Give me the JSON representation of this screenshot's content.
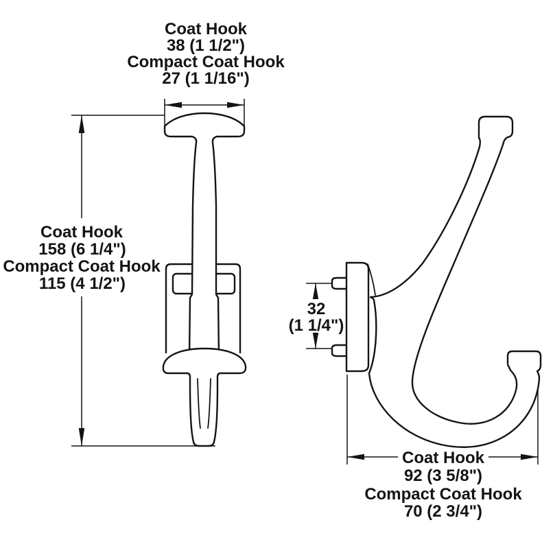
{
  "drawing": {
    "type": "technical-dimension-drawing",
    "subject": "coat hook, front and side views",
    "colors": {
      "line": "#141414",
      "background": "#ffffff"
    },
    "width_dim": {
      "l1": "Coat Hook",
      "l2": "38 (1 1/2\")",
      "l3": "Compact Coat Hook",
      "l4": "27 (1 1/16\")"
    },
    "height_dim": {
      "l1": "Coat Hook",
      "l2": "158 (6 1/4\")",
      "l3": "Compact Coat Hook",
      "l4": "115 (4 1/2\")"
    },
    "spacing_dim": {
      "l1": "32",
      "l2": "(1 1/4\")"
    },
    "depth_dim": {
      "l1": "Coat Hook",
      "l2": "92 (3 5/8\")",
      "l3": "Compact Coat Hook",
      "l4": "70 (2 3/4\")"
    }
  }
}
